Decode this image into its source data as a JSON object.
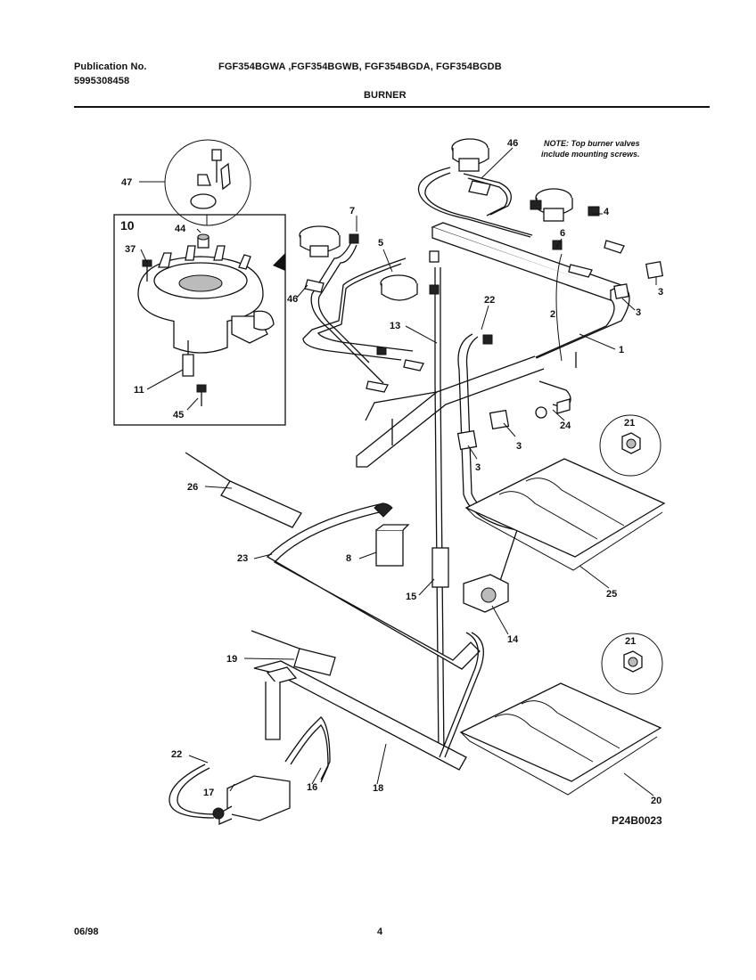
{
  "header": {
    "publication_label": "Publication No.",
    "publication_number": "5995308458",
    "models": "FGF354BGWA ,FGF354BGWB, FGF354BGDA, FGF354BGDB",
    "section": "BURNER"
  },
  "note": {
    "line1": "NOTE: Top burner valves",
    "line2": "include mounting screws."
  },
  "callouts": {
    "c47": "47",
    "c10": "10",
    "c44": "44",
    "c37": "37",
    "c11": "11",
    "c45": "45",
    "c7": "7",
    "c5": "5",
    "c46a": "46",
    "c46b": "46",
    "c13": "13",
    "c22a": "22",
    "c4": "4",
    "c6": "6",
    "c2": "2",
    "c1": "1",
    "c3a": "3",
    "c3b": "3",
    "c3c": "3",
    "c3d": "3",
    "c24": "24",
    "c21a": "21",
    "c21b": "21",
    "c26": "26",
    "c23": "23",
    "c8": "8",
    "c15": "15",
    "c14": "14",
    "c25": "25",
    "c19": "19",
    "c22b": "22",
    "c17": "17",
    "c16": "16",
    "c18": "18",
    "c20": "20"
  },
  "figure_ref": "P24B0023",
  "footer": {
    "date": "06/98",
    "page": "4"
  }
}
